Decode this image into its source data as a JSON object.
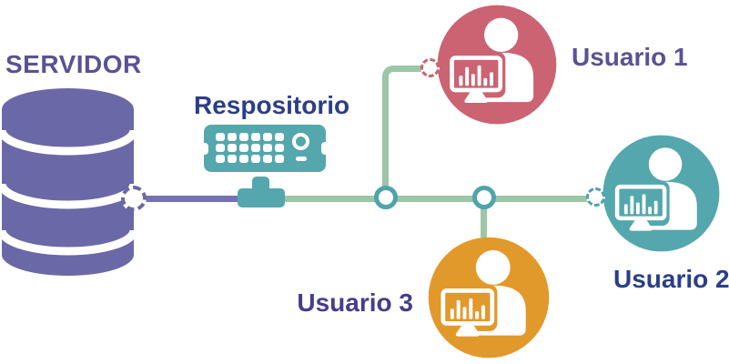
{
  "server": {
    "label": "SERVIDOR"
  },
  "repository": {
    "label": "Respositorio"
  },
  "users": [
    {
      "label": "Usuario 1",
      "color": "#cb6372"
    },
    {
      "label": "Usuario 2",
      "color": "#54a7ac"
    },
    {
      "label": "Usuario 3",
      "color": "#e2992b"
    }
  ],
  "colors": {
    "db-purple": "#6b68a8",
    "purple-line": "#7672b3",
    "purple-text": "#5a5294",
    "navy-text": "#2b3e87",
    "user3-text": "#443e8c",
    "teal": "#54a7ac",
    "sage-line": "#9cc6a6",
    "junction-ring": "#4fa3ad",
    "user1-circle": "#cb6372",
    "user2-circle": "#54a7ac",
    "user3-circle": "#e2992b"
  }
}
